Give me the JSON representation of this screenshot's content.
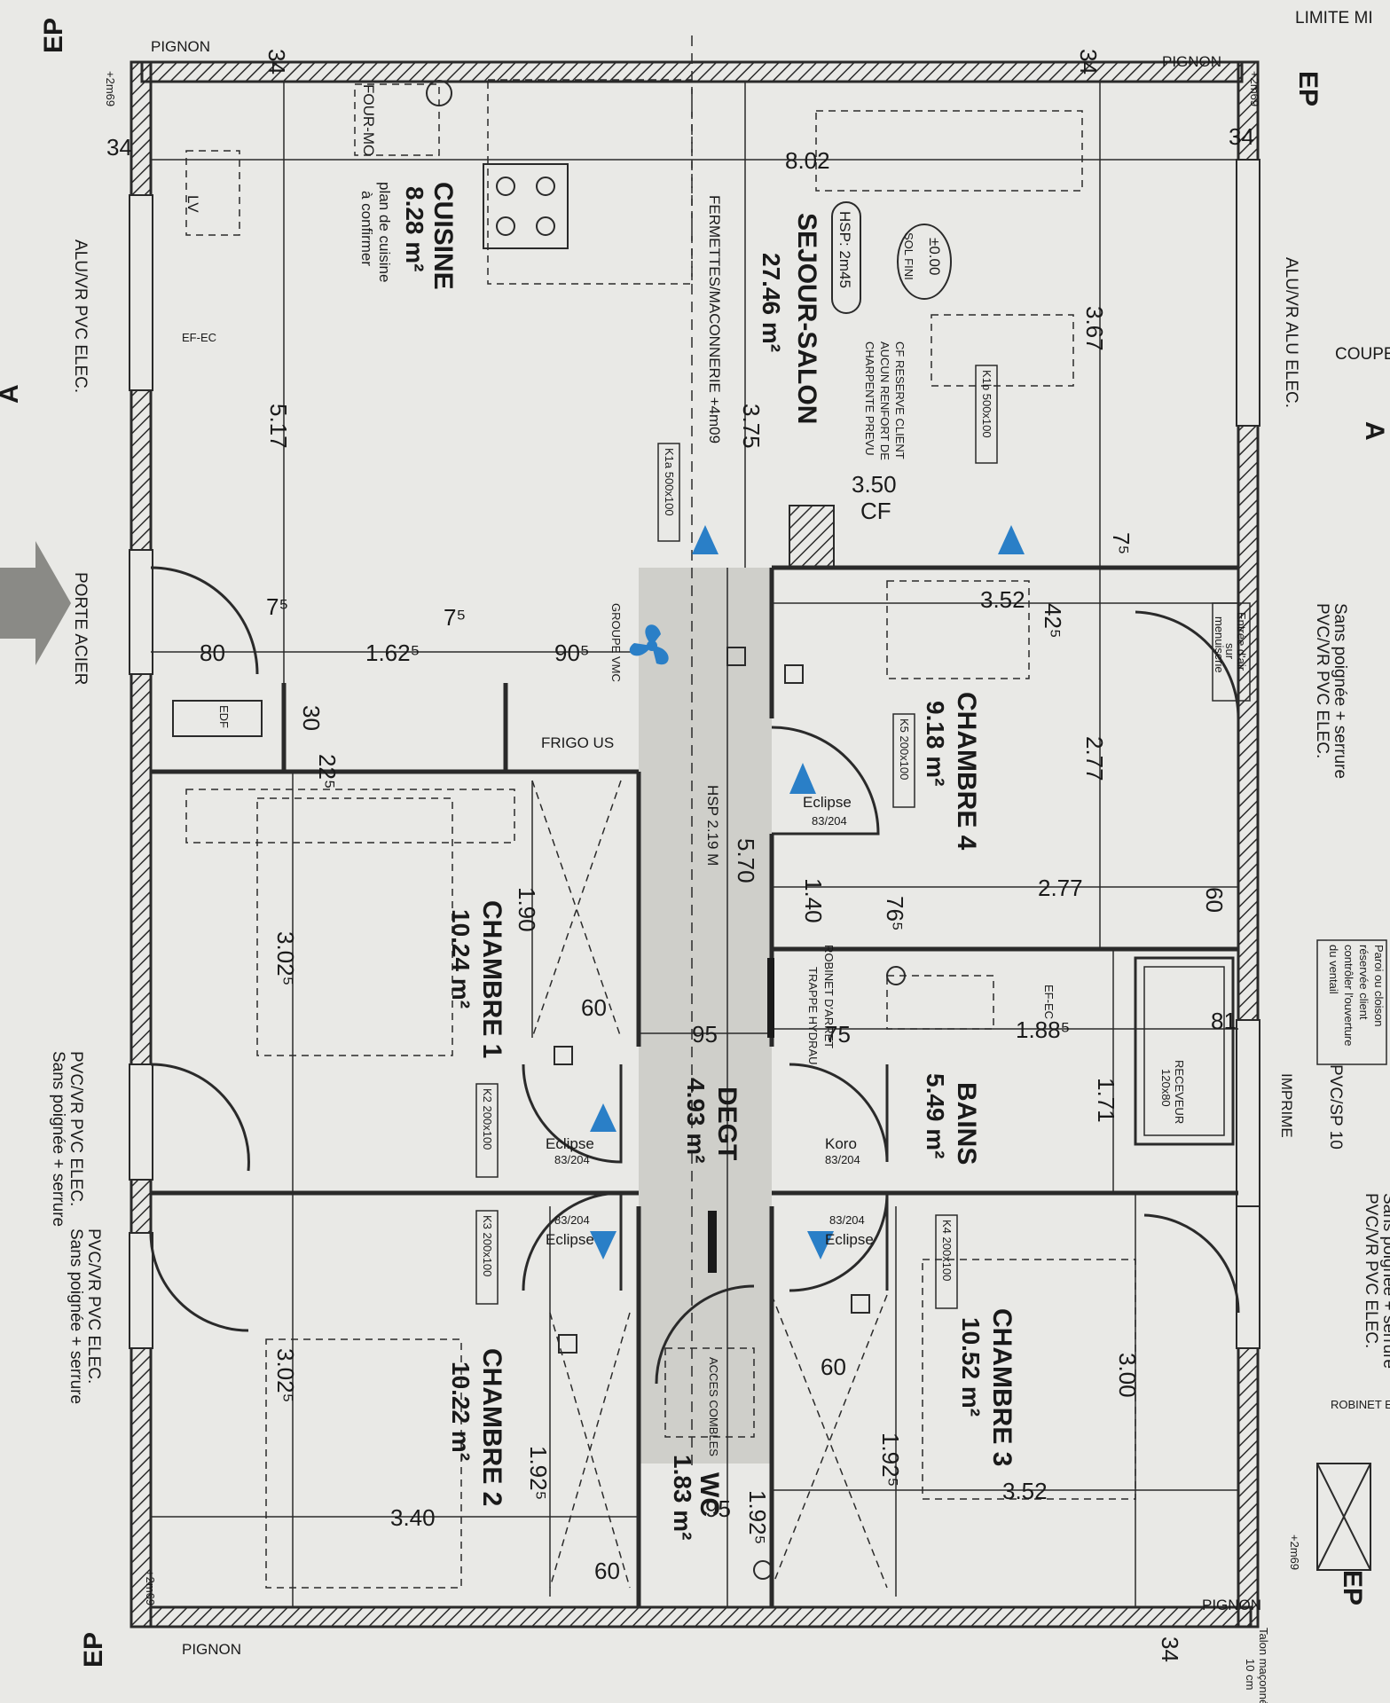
{
  "rooms": {
    "sejour": {
      "name": "SEJOUR-SALON",
      "area": "27.46 m²"
    },
    "cuisine": {
      "name": "CUISINE",
      "area": "8.28 m²",
      "note1": "plan de cuisine",
      "note2": "à confirmer"
    },
    "chambre1": {
      "name": "CHAMBRE 1",
      "area": "10.24 m²"
    },
    "chambre2": {
      "name": "CHAMBRE 2",
      "area": "10.22 m²"
    },
    "chambre3": {
      "name": "CHAMBRE 3",
      "area": "10.52 m²"
    },
    "chambre4": {
      "name": "CHAMBRE 4",
      "area": "9.18 m²"
    },
    "bains": {
      "name": "BAINS",
      "area": "5.49 m²"
    },
    "degt": {
      "name": "DEGT",
      "area": "4.93 m²"
    },
    "wc": {
      "name": "WC",
      "area": "1.83 m²"
    }
  },
  "labels": {
    "pignon": "PIGNON",
    "ep": "EP",
    "hsp_sejour": "HSP: 2m45",
    "hsp_degt": "HSP 2.19 M",
    "sol1": "±0.00",
    "sol2": "SOL FINI",
    "cf_note1": "CF RESERVE CLIENT",
    "cf_note2": "AUCUN RENFORT DE",
    "cf_note3": "CHARPENTE PREVU",
    "fermettes": "FERMETTES/MACONNERIE +4m09",
    "porte_acier": "PORTE ACIER",
    "aluvr_left": "ALU/VR PVC ELEC.",
    "aluvr_right": "ALU/VR ALU ELEC.",
    "pvc_vr_1": "PVC/VR PVC ELEC.",
    "pvc_sans": "Sans poignée + serrure",
    "pvc_sp": "PVC/SP 10",
    "imprime": "IMPRIME",
    "entree_air1": "Entrée d'air",
    "entree_air2": "sur",
    "entree_air3": "menuiserie",
    "paroi1": "Paroi ou cloison",
    "paroi2": "réservée client",
    "paroi3": "contrôler l'ouverture",
    "paroi4": "du ventail",
    "frigo": "FRIGO US",
    "groupe_vmc": "GROUPE VMC",
    "edf": "EDF",
    "lv": "LV",
    "four": "FOUR-MO",
    "ef_ec": "EF-EC",
    "receveur1": "RECEVEUR",
    "receveur2": "120x80",
    "robinet": "ROBINET D'ARRET",
    "trappe": "TRAPPE HYDRAU",
    "acces_combles": "ACCES COMBLES",
    "robinet_ext": "ROBINET EXT",
    "limite": "LIMITE MI",
    "coupe": "COUPE",
    "a": "A",
    "k1a": "K1a 500x100",
    "k1b": "K1b 500x100",
    "k2": "K2 200x100",
    "k3": "K3 200x100",
    "k4": "K4 200x100",
    "k5": "K5 200x100",
    "eclipse": "Eclipse",
    "koro": "Koro",
    "door_size": "83/204",
    "height_2m69": "+2m69",
    "talon": "Talon maçonné",
    "talon_size": "10 cm"
  },
  "dimensions": {
    "d802": "8.02",
    "d367": "3.67",
    "d517": "5.17",
    "d375": "3.75",
    "d350": "3.50",
    "cf": "CF",
    "d352a": "3.52",
    "d277a": "2.77",
    "d277b": "2.77",
    "d570": "5.70",
    "d302a": "3.02⁵",
    "d302b": "3.02⁵",
    "d190": "1.90",
    "d188": "1.88⁵",
    "d171": "1.71",
    "d300": "3.00",
    "d352b": "3.52",
    "d340": "3.40",
    "d192a": "1.92⁵",
    "d192b": "1.92⁵",
    "d192c": "1.92⁵",
    "d162": "1.62⁵",
    "d140": "1.40",
    "d80": "80",
    "d905": "90⁵",
    "d95a": "95",
    "d95b": "95",
    "d75": "75",
    "d60": "60",
    "d81": "81",
    "d425": "42⁵",
    "d765": "76⁵",
    "d30": "30",
    "d225": "22⁵",
    "d75s": "7⁵",
    "d34": "34"
  },
  "colors": {
    "wall": "#2a2a2a",
    "paper": "#e9e9e6",
    "arrow": "#2a7fc7",
    "highlight": "#c9c9c4"
  }
}
